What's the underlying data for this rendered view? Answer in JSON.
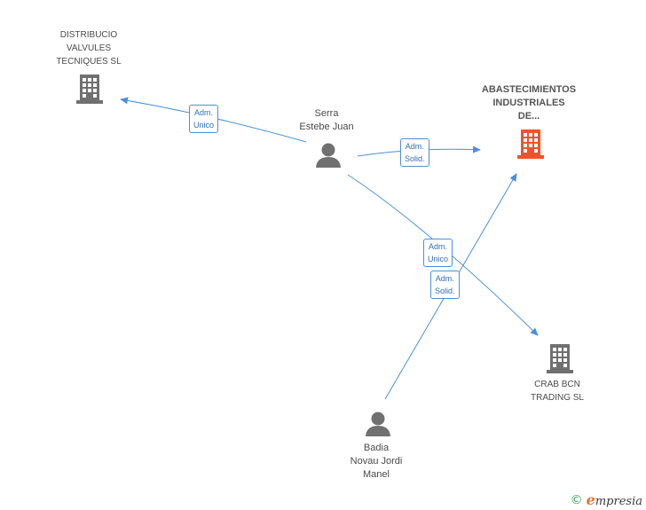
{
  "nodes": {
    "distribucio": {
      "label": "DISTRIBUCIO\nVALVULES\nTECNIQUES SL",
      "type": "company",
      "color": "#707070"
    },
    "abastecimientos": {
      "label": "ABASTECIMIENTOS\nINDUSTRIALES\nDE...",
      "type": "company",
      "color": "#f0522c"
    },
    "crab": {
      "label": "CRAB BCN\nTRADING SL",
      "type": "company",
      "color": "#707070"
    },
    "serra": {
      "label": "Serra\nEstebe Juan",
      "type": "person",
      "color": "#707070"
    },
    "badia": {
      "label": "Badia\nNovau Jordi\nManel",
      "type": "person",
      "color": "#707070"
    }
  },
  "edges": {
    "serra_distribucio": {
      "label": "Adm.\nUnico"
    },
    "serra_abastecimientos": {
      "label": "Adm.\nSolid."
    },
    "serra_crab": {
      "label": "Adm.\nUnico"
    },
    "badia_abastecimientos": {
      "label": "Adm.\nSolid."
    }
  },
  "colors": {
    "edge": "#4a90d9",
    "icon": "#707070",
    "highlight": "#f0522c"
  },
  "footer": {
    "copyright": "©",
    "brand_initial": "e",
    "brand_rest": "mpresia"
  }
}
